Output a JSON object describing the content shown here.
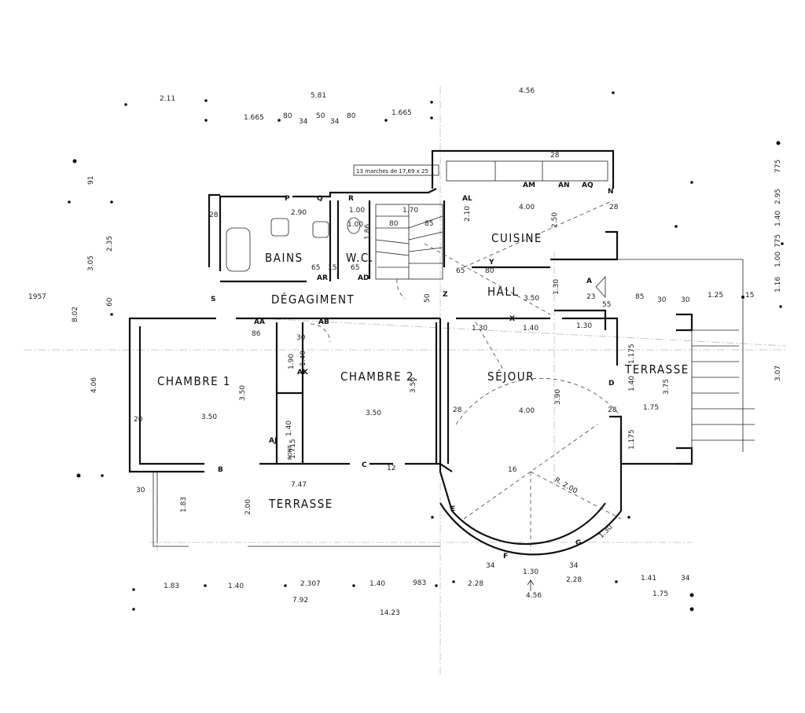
{
  "rooms": {
    "bains": "BAINS",
    "wc": "W.C.",
    "cuisine": "CUISINE",
    "degagement": "DÉGAGIMENT",
    "hall": "HALL",
    "chambre1": "CHAMBRE 1",
    "chambre2": "CHAMBRE 2.",
    "sejour": "SÉJOUR",
    "terrasse_right": "TERRASSE",
    "terrasse_bottom": "TERRASSE"
  },
  "stair_note": "13 marches de 17,69 x 25",
  "margin_note": "1957",
  "top_dims": {
    "d211": "2.11",
    "d581": "5.81",
    "d456": "4.56",
    "d1665a": "1.665",
    "d80a": "80",
    "d34a": "34",
    "d50": "50",
    "d34b": "34",
    "d80b": "80",
    "d1665b": "1.665"
  },
  "left_dims": {
    "d91": "91",
    "d305": "3.05",
    "d235": "2.35",
    "d802": "8.02",
    "d60": "60",
    "d406": "4.06"
  },
  "right_dims": {
    "d775a": "775",
    "d295": "2.95",
    "d140": "1.40",
    "d775b": "775",
    "d100": "1.00",
    "d116": "1.16",
    "d307": "3.07"
  },
  "bottom_dims": {
    "d183": "1.83",
    "d140a": "1.40",
    "d2307": "2.307",
    "d140b": "1.40",
    "d983": "983",
    "d228a": "2.28",
    "d228b": "2.28",
    "d141": "1.41",
    "d34": "34",
    "d792": "7.92",
    "d456": "4.56",
    "d175": "1.75",
    "d1423": "14.23"
  },
  "inner_dims": {
    "bains_w": "2.90",
    "wc_w": "1.00",
    "stair_w": "1.70",
    "cuisine_w": "4.00",
    "cuisine_h": "2.50",
    "hall_w": "3.50",
    "hall_h": "1.30",
    "sejour_w": "4.00",
    "sejour_h": "3.90",
    "sejour_r": "R. 2.00",
    "ch1_w": "3.50",
    "ch1_h": "3.50",
    "ch2_w": "3.50",
    "ch2_h": "3.50",
    "terr_w": "7.47",
    "terr_h": "2.00",
    "terr_h2": "1.83",
    "terr_r_w": "1.75",
    "terr_r_h": "3.75",
    "terr_r_140": "1.40",
    "terr_r_125": "1.25",
    "d85": "85",
    "d30a": "30",
    "d30b": "30",
    "d15": "15",
    "d130a": "1.30",
    "d140c": "1.40",
    "d130b": "1.30",
    "d130c": "1.30",
    "d130d": "1.30",
    "d175a": "1.175",
    "d175b": "1.175",
    "d100a": "1.00",
    "d65a": "65",
    "d65b": "65",
    "d65c": "65",
    "d15b": "15",
    "d80": "80",
    "d80b": "80",
    "d28a": "28",
    "d28b": "28",
    "d28c": "28",
    "d28d": "28",
    "d28e": "28",
    "d20": "20",
    "d30c": "30",
    "d50": "50",
    "d12": "12",
    "d16": "16",
    "d34c": "34",
    "d34d": "34",
    "d23": "23",
    "d55": "55",
    "d86": "86",
    "d210": "2.10",
    "d186": "1.86",
    "d85b": "85",
    "d190": "1.90",
    "d140d": "1.40",
    "d1715": "1.715",
    "d140e": "1.40",
    "d30d": "30"
  },
  "letters": {
    "P": "P",
    "Q": "Q",
    "R": "R",
    "S": "S",
    "AL": "AL",
    "AM": "AM",
    "AN": "AN",
    "AQ": "AQ",
    "N": "N",
    "AR": "AR",
    "AD": "AD",
    "Y": "Y",
    "Z": "Z",
    "A": "A",
    "X": "X",
    "AA": "AA",
    "AB": "AB",
    "AK": "AK",
    "AJ": "AJ",
    "B": "B",
    "C": "C",
    "D": "D",
    "E": "E",
    "F": "F",
    "G": "G",
    "PORT": "PORT"
  }
}
